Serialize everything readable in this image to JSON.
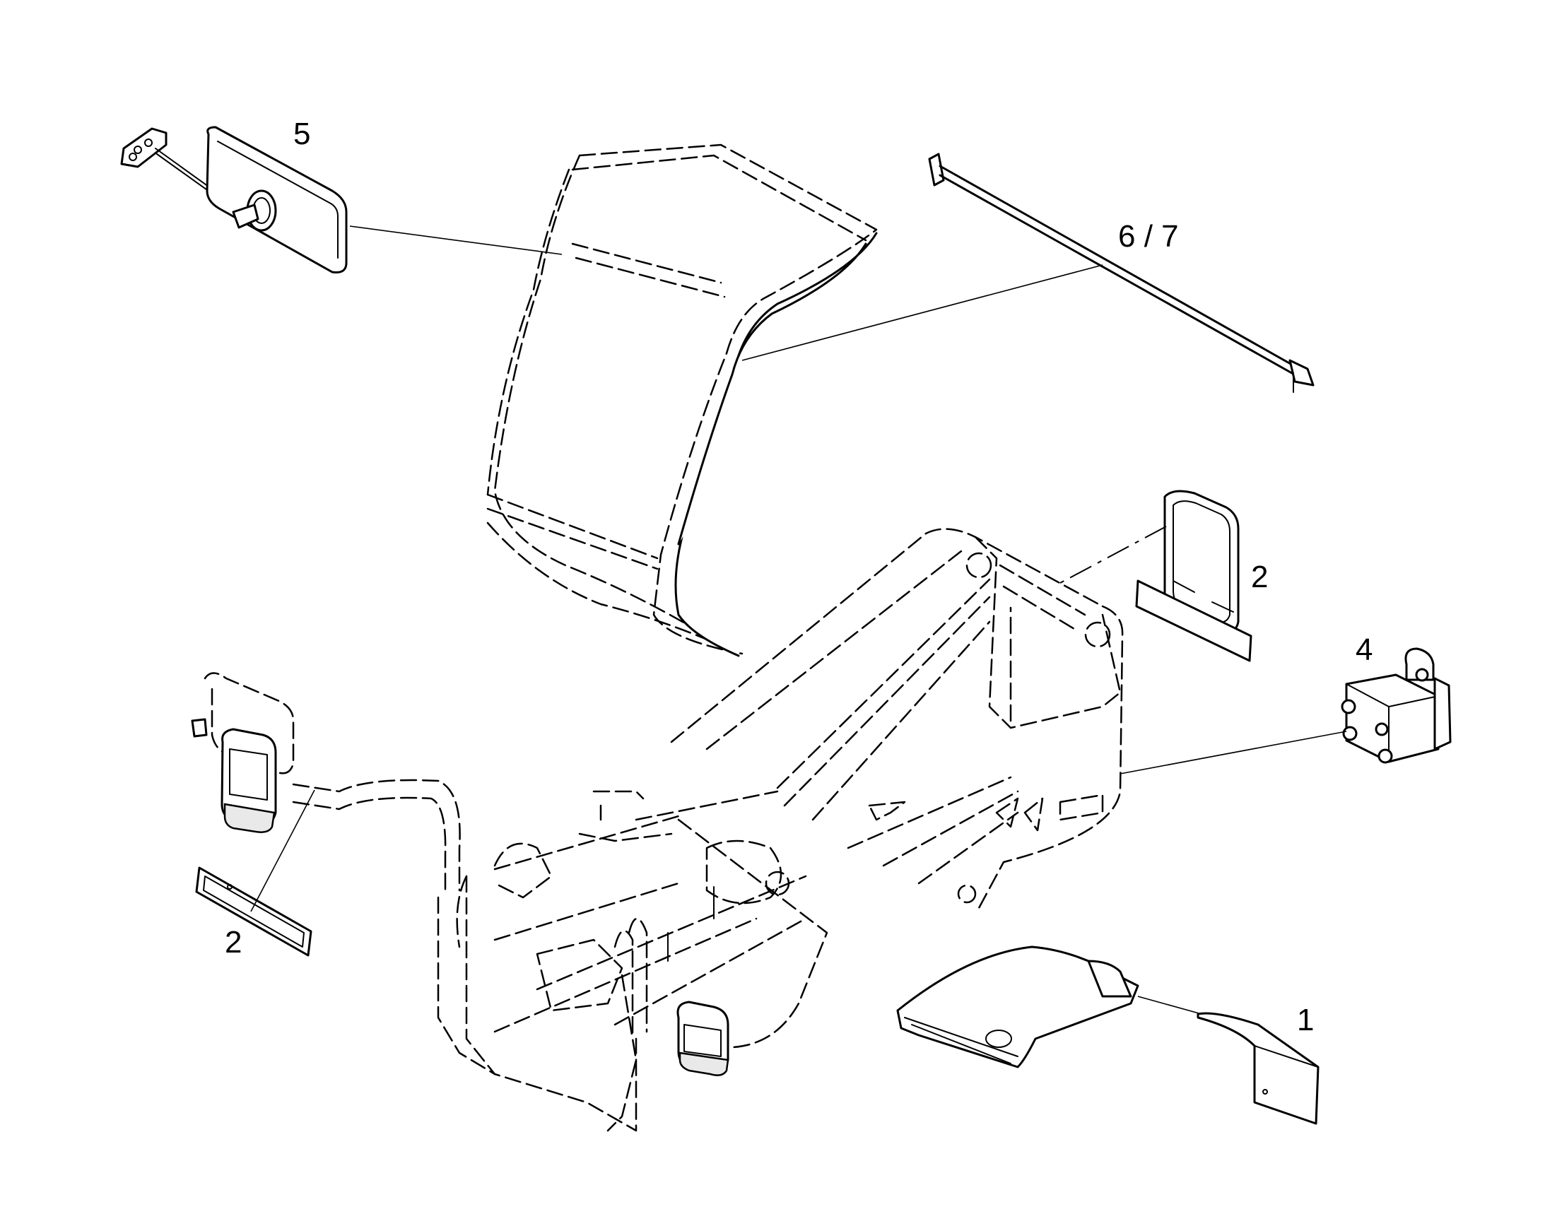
{
  "callouts": {
    "c1": "1",
    "c2_rear": "2",
    "c2_front": "2",
    "c4": "4",
    "c5": "5",
    "c6_7": "6 / 7"
  }
}
